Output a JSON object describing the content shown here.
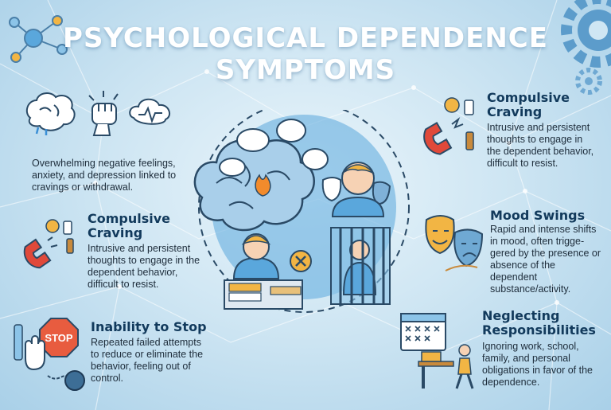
{
  "title": {
    "line1": "PSYCHOLOGICAL DEPENDENCE",
    "line2": "SYMPTOMS"
  },
  "left": {
    "negative_feelings": {
      "text": "Overwhelming negative feelings, anxiety, and depression linked to cravings or withdrawal."
    },
    "compulsive_craving": {
      "heading_line1": "Compulsive",
      "heading_line2": "Craving",
      "text": "Intrusive and persistent thoughts to engage in the dependent behavior, difficult to resist."
    },
    "inability_to_stop": {
      "heading": "Inability to Stop",
      "sign_text": "STOP",
      "text": "Repeated failed attempts to reduce or eliminate the behavior, feeling out of control."
    }
  },
  "right": {
    "compulsive_craving": {
      "heading_line1": "Compulsive",
      "heading_line2": "Craving",
      "text": "Intrusive and persistent thoughts to engage in the dependent behavior, difficult to resist."
    },
    "mood_swings": {
      "heading": "Mood Swings",
      "text": "Rapid and intense shifts in mood, often trigge-gered by the presence or absence of the dependent substance/activity."
    },
    "neglecting_responsibilities": {
      "heading_line1": "Neglecting",
      "heading_line2": "Responsibilities",
      "text": "Ignoring work, school, family, and personal obligations in favor of the dependence."
    }
  },
  "icons": {
    "molecule": "molecule-icon",
    "gear": "gear-icon",
    "brain": "brain-icon",
    "fist": "fist-icon",
    "thought_cloud": "thought-cloud-icon",
    "magnet": "magnet-icon",
    "stop_sign": "stop-sign-icon",
    "ball_and_chain": "ball-and-chain-icon",
    "theater_masks": "theater-masks-icon",
    "calendar": "calendar-icon"
  },
  "colors": {
    "title": "#ffffff",
    "heading": "#123a5c",
    "circle": "#5aa7dc",
    "magnet_red": "#e0493a",
    "gold": "#f2b544",
    "stop_red": "#e85c3f"
  }
}
